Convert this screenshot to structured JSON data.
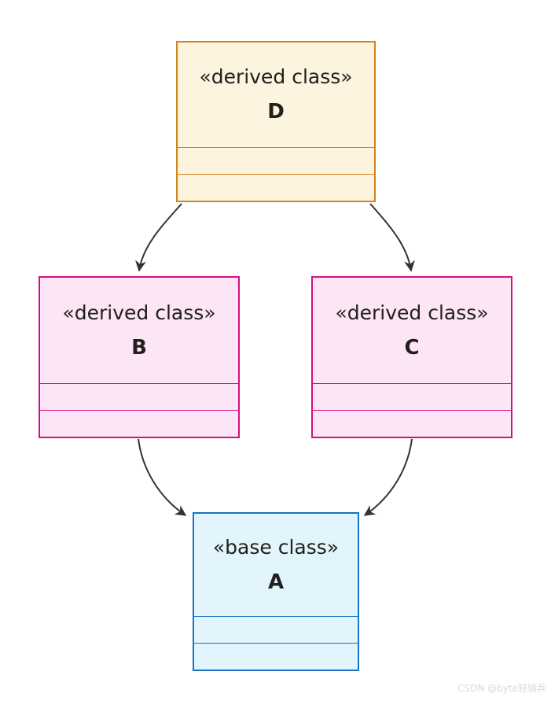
{
  "diagram": {
    "kind": "uml-class-diagram",
    "nodes": [
      {
        "id": "D",
        "stereotype": "«derived class»",
        "name": "D",
        "attributes": [],
        "methods": []
      },
      {
        "id": "B",
        "stereotype": "«derived class»",
        "name": "B",
        "attributes": [],
        "methods": []
      },
      {
        "id": "C",
        "stereotype": "«derived class»",
        "name": "C",
        "attributes": [],
        "methods": []
      },
      {
        "id": "A",
        "stereotype": "«base class»",
        "name": "A",
        "attributes": [],
        "methods": []
      }
    ],
    "edges": [
      {
        "from": "D",
        "to": "B",
        "style": "arrow"
      },
      {
        "from": "D",
        "to": "C",
        "style": "arrow"
      },
      {
        "from": "B",
        "to": "A",
        "style": "arrow"
      },
      {
        "from": "C",
        "to": "A",
        "style": "arrow"
      }
    ]
  },
  "colors": {
    "canvas_bg": "#ffffff",
    "node_d_fill": "#fcf4df",
    "node_d_stroke": "#d3821e",
    "node_bc_fill": "#fce6f6",
    "node_bc_stroke": "#d3117e",
    "node_a_fill": "#e2f5fd",
    "node_a_stroke": "#1673c6",
    "edge_color": "#333333",
    "text_color": "#21201c",
    "watermark_color": "#d9d9d9"
  },
  "watermark": {
    "text": "CSDN @byte轻骑兵"
  }
}
